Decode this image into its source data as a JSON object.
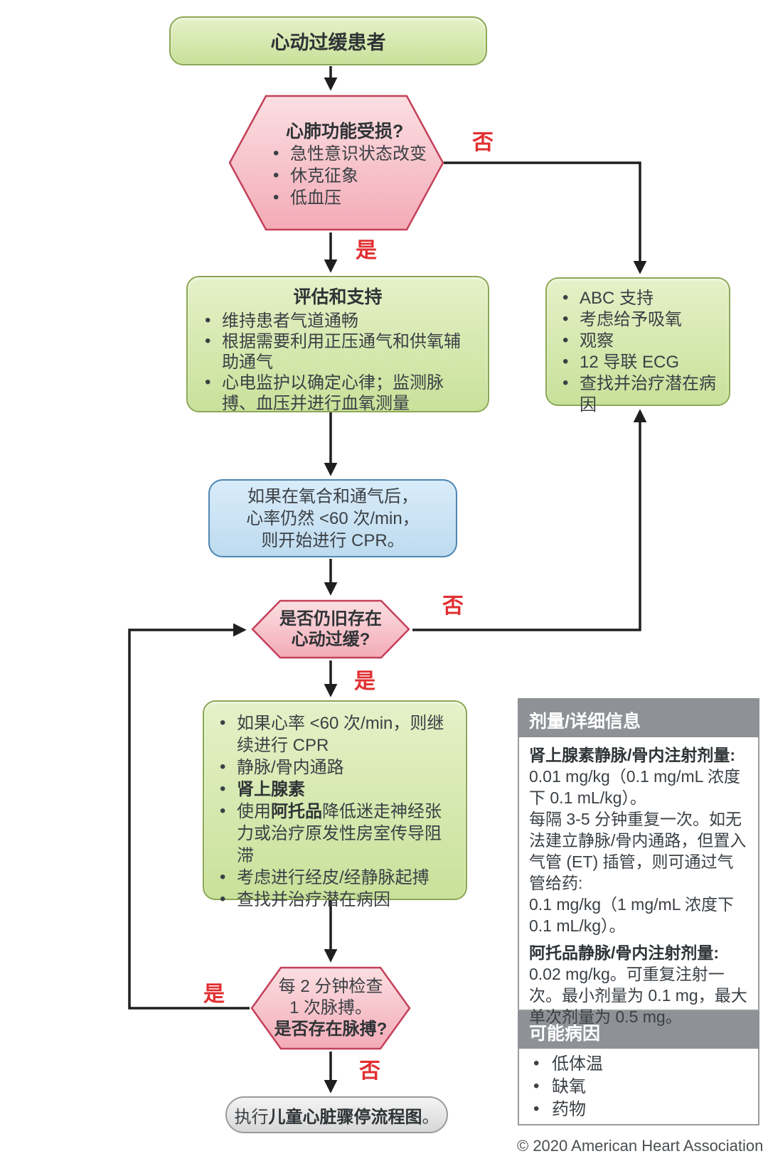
{
  "flowchart": {
    "yes_label": "是",
    "no_label": "否",
    "start_label": "心动过缓患者",
    "decision1": {
      "title": "心肺功能受损?",
      "bullets": [
        "急性意识状态改变",
        "休克征象",
        "低血压"
      ]
    },
    "assess": {
      "title": "评估和支持",
      "bullets": [
        "维持患者气道通畅",
        "根据需要利用正压通气和供氧辅助通气",
        "心电监护以确定心律；监测脉搏、血压并进行血氧测量"
      ]
    },
    "abc": {
      "bullets": [
        "ABC 支持",
        "考虑给予吸氧",
        "观察",
        "12 导联 ECG",
        "查找并治疗潜在病因"
      ]
    },
    "cpr": {
      "lines": [
        "如果在氧合和通气后，",
        "心率仍然 <60 次/min，",
        "则开始进行 CPR。"
      ]
    },
    "decision2": {
      "line1": "是否仍旧存在",
      "line2": "心动过缓?"
    },
    "treatment": {
      "b1": "如果心率 <60 次/min，则继续进行 CPR",
      "b2": "静脉/骨内通路",
      "b3_bold": "肾上腺素",
      "b4_pre": "使用",
      "b4_bold": "阿托品",
      "b4_post": "降低迷走神经张力或治疗原发性房室传导阻滞",
      "b5": "考虑进行经皮/经静脉起搏",
      "b6": "查找并治疗潜在病因"
    },
    "decision3": {
      "line1": "每 2 分钟检查",
      "line2": "1 次脉搏。",
      "line3_bold": "是否存在脉搏?"
    },
    "final": {
      "pre": "执行",
      "bold": "儿童心脏骤停流程图",
      "post": "。"
    }
  },
  "side_panel": {
    "dose_header": "剂量/详细信息",
    "epi_title": "肾上腺素静脉/骨内注射剂量:",
    "epi_p1": "0.01 mg/kg（0.1 mg/mL 浓度下 0.1 mL/kg）。",
    "epi_p2": "每隔 3-5 分钟重复一次。如无法建立静脉/骨内通路，但置入气管 (ET) 插管，则可通过气管给药:",
    "epi_p3": "0.1 mg/kg（1 mg/mL 浓度下 0.1 mL/kg）。",
    "atropine_title": "阿托品静脉/骨内注射剂量:",
    "atropine_text": "0.02 mg/kg。可重复注射一次。最小剂量为 0.1 mg，最大单次剂量为 0.5 mg。",
    "causes_header": "可能病因",
    "causes": [
      "低体温",
      "缺氧",
      "药物"
    ]
  },
  "footer_text": "© 2020 American Heart Association",
  "colors": {
    "green_fill_top": "#e5f1c8",
    "green_fill_bottom": "#c8e19a",
    "green_border": "#8ca754",
    "pink_fill_top": "#fbdfe2",
    "pink_fill_bottom": "#f3abb7",
    "pink_border": "#c4405a",
    "blue_fill": "#d9ecfa",
    "blue_border": "#4d86b4",
    "header_gray": "#8e9296",
    "label_red": "#e12f31",
    "line_black": "#1f1f1f"
  }
}
